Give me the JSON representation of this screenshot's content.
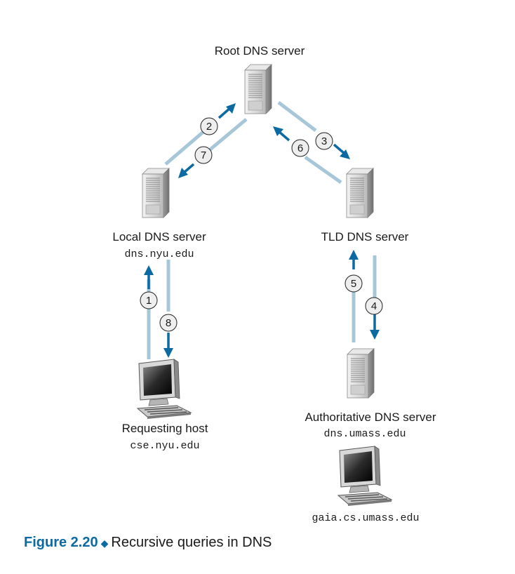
{
  "colors": {
    "arrow_dark": "#0a6aa1",
    "arrow_light": "#a7c7d9",
    "figure_label": "#0a6aa1"
  },
  "nodes": {
    "root": {
      "label": "Root DNS server",
      "icon": "server-icon"
    },
    "local": {
      "label": "Local DNS server",
      "hostname": "dns.nyu.edu",
      "icon": "server-icon"
    },
    "tld": {
      "label": "TLD DNS server",
      "icon": "server-icon"
    },
    "auth": {
      "label": "Authoritative DNS server",
      "hostname": "dns.umass.edu",
      "icon": "server-icon"
    },
    "requesting": {
      "label": "Requesting host",
      "hostname": "cse.nyu.edu",
      "icon": "computer-icon"
    },
    "gaia": {
      "hostname": "gaia.cs.umass.edu",
      "icon": "computer-icon"
    }
  },
  "steps": [
    {
      "number": "1",
      "from": "requesting",
      "to": "local"
    },
    {
      "number": "2",
      "from": "local",
      "to": "root"
    },
    {
      "number": "3",
      "from": "root",
      "to": "tld"
    },
    {
      "number": "4",
      "from": "tld",
      "to": "auth"
    },
    {
      "number": "5",
      "from": "auth",
      "to": "tld"
    },
    {
      "number": "6",
      "from": "tld",
      "to": "root"
    },
    {
      "number": "7",
      "from": "root",
      "to": "local"
    },
    {
      "number": "8",
      "from": "local",
      "to": "requesting"
    }
  ],
  "caption": {
    "figure": "Figure 2.20",
    "text": "Recursive queries in DNS"
  }
}
